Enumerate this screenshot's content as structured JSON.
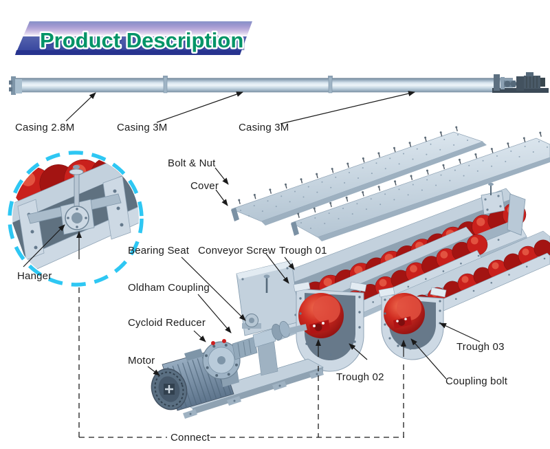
{
  "header": {
    "title": "Product Description"
  },
  "labels": {
    "casing_28m": "Casing 2.8M",
    "casing_3m_a": "Casing 3M",
    "casing_3m_b": "Casing 3M",
    "bolt_nut": "Bolt & Nut",
    "cover": "Cover",
    "bearing_seat": "Bearing Seat",
    "conveyor_screw": "Conveyor Screw",
    "trough_01": "Trough 01",
    "hanger": "Hanger",
    "oldham_coupling": "Oldham Coupling",
    "cycloid_reducer": "Cycloid Reducer",
    "motor": "Motor",
    "trough_02": "Trough 02",
    "trough_03": "Trough 03",
    "coupling_bolt": "Coupling bolt",
    "connect": "Connect"
  },
  "colors": {
    "accent_cyan": "#2EC7F3",
    "screw_red": "#C41C1C",
    "steel_light": "#C7D4DF",
    "banner_blue": "#4B5BA8",
    "title_green": "#009467",
    "text": "#1C1C1C"
  }
}
